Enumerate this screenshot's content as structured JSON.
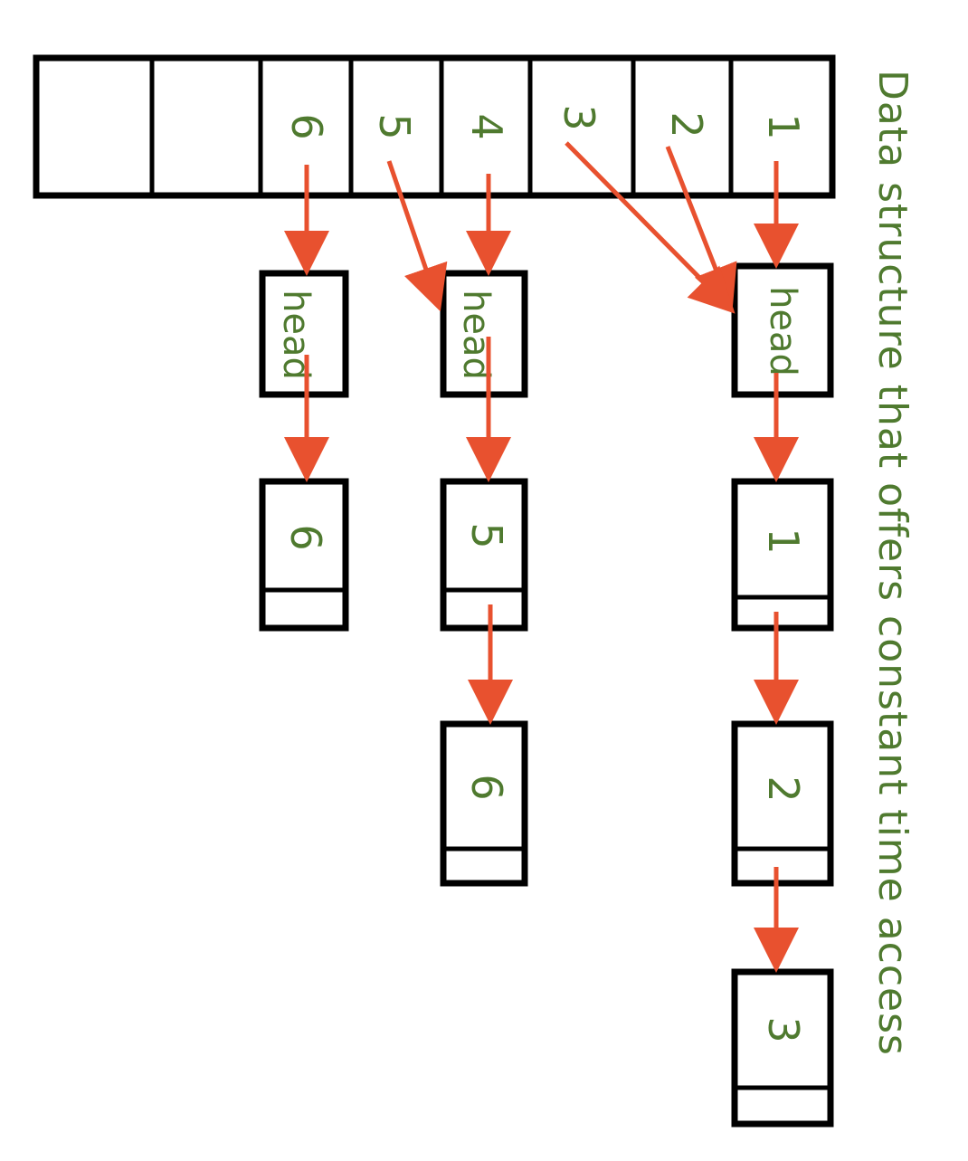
{
  "title": "Data structure that offers constant time access",
  "array": {
    "cells": [
      "",
      "",
      "6",
      "5",
      "4",
      "3",
      "2",
      "1"
    ]
  },
  "lists": [
    {
      "head_label": "head",
      "nodes": [
        "1",
        "2",
        "3"
      ]
    },
    {
      "head_label": "head",
      "nodes": [
        "5",
        "6"
      ]
    },
    {
      "head_label": "head",
      "nodes": [
        "6"
      ]
    }
  ],
  "colors": {
    "text": "#4f7a2f",
    "arrow": "#e8512f",
    "box": "#000000"
  }
}
